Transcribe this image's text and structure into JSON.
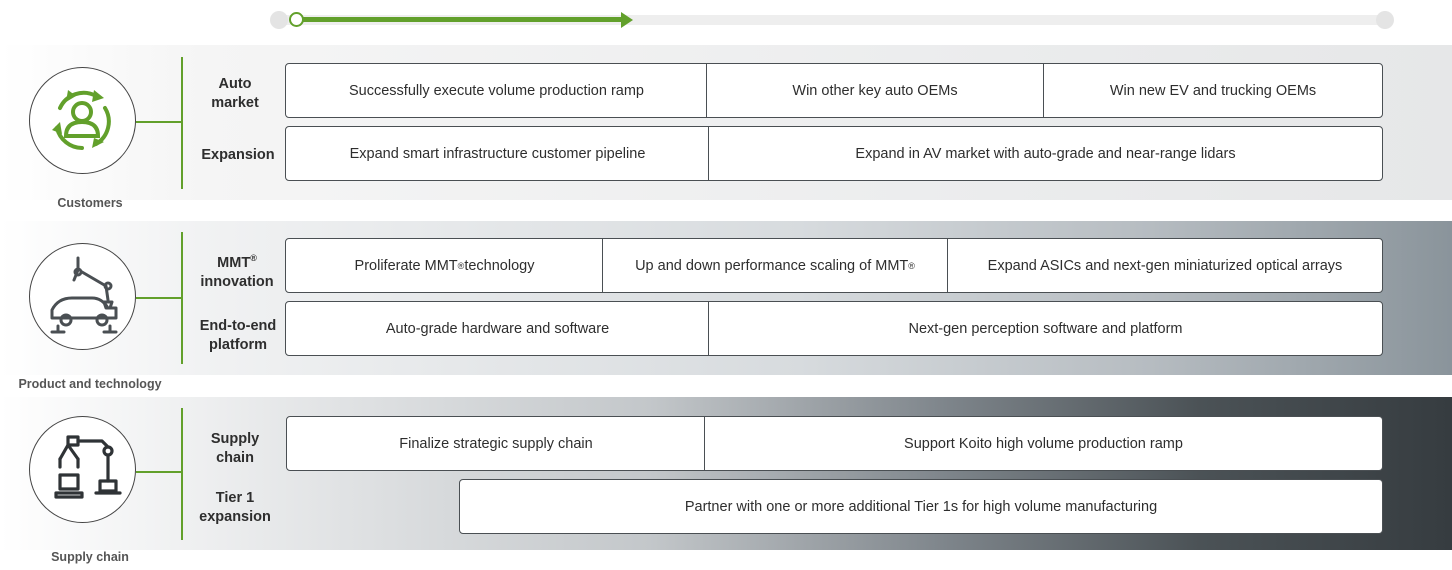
{
  "sections": [
    {
      "category": "Customers",
      "icon": "customer-cycle-icon",
      "rows": [
        {
          "label": "Auto market",
          "items": [
            "Successfully execute volume production ramp",
            "Win other key auto OEMs",
            "Win new EV and trucking OEMs"
          ]
        },
        {
          "label": "Expansion",
          "items": [
            "Expand smart infrastructure customer pipeline",
            "Expand in AV market with auto-grade and near-range lidars"
          ]
        }
      ]
    },
    {
      "category": "Product and technology",
      "icon": "robot-arm-car-icon",
      "rows": [
        {
          "label": "MMT® innovation",
          "items": [
            "Proliferate MMT® technology",
            "Up and down performance scaling of MMT®",
            "Expand ASICs and next-gen miniaturized optical arrays"
          ]
        },
        {
          "label": "End-to-end platform",
          "items": [
            "Auto-grade hardware and software",
            "Next-gen perception software and platform"
          ]
        }
      ]
    },
    {
      "category": "Supply chain",
      "icon": "robot-arm-supply-icon",
      "rows": [
        {
          "label": "Supply chain",
          "items": [
            "Finalize strategic supply chain",
            "Support Koito high volume production ramp"
          ]
        },
        {
          "label": "Tier 1 expansion",
          "items": [
            "Partner with one or more additional Tier 1s for high volume manufacturing"
          ]
        }
      ]
    }
  ],
  "timeline": {
    "progress": 0.3
  },
  "colors": {
    "accent": "#62a02b",
    "border": "#4a4f53",
    "dark": "#363c40"
  }
}
